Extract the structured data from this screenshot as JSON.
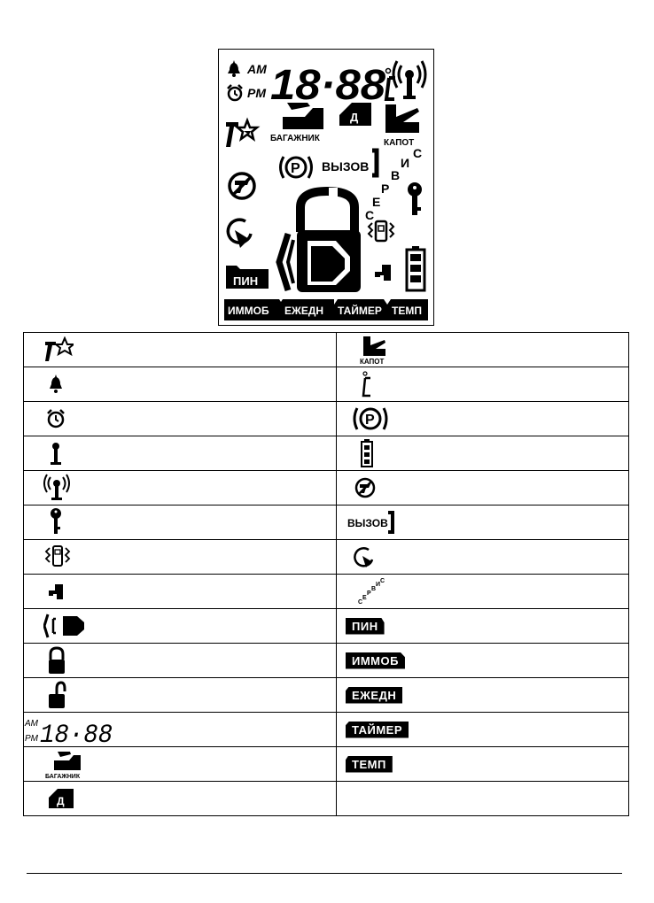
{
  "lcd": {
    "am": "AM",
    "pm": "PM",
    "clock": "18·88",
    "trunk_label": "БАГАЖНИК",
    "door_label": "Д",
    "hood_label": "КАПОТ",
    "call_label": "ВЫЗОВ",
    "service_letters": [
      "С",
      "Е",
      "Р",
      "В",
      "И",
      "С"
    ],
    "pin_label": "ПИН",
    "bottom_tabs": [
      "ИММОБ",
      "ЕЖЕДН",
      "ТАЙМЕР",
      "ТЕМП"
    ]
  },
  "legend": {
    "rows": [
      {
        "left": {
          "icon": "turbo-timer-icon"
        },
        "right": {
          "icon": "hood-icon",
          "label": "КАПОТ"
        }
      },
      {
        "left": {
          "icon": "bell-icon"
        },
        "right": {
          "icon": "temperature-celsius-icon"
        }
      },
      {
        "left": {
          "icon": "alarm-clock-icon"
        },
        "right": {
          "icon": "parking-icon"
        }
      },
      {
        "left": {
          "icon": "antenna-icon"
        },
        "right": {
          "icon": "battery-icon"
        }
      },
      {
        "left": {
          "icon": "antenna-signal-icon"
        },
        "right": {
          "icon": "no-engine-start-icon"
        }
      },
      {
        "left": {
          "icon": "key-icon"
        },
        "right": {
          "icon": "call-icon",
          "label": "ВЫЗОВ"
        }
      },
      {
        "left": {
          "icon": "vibration-pager-icon"
        },
        "right": {
          "icon": "engine-start-arrow-icon"
        }
      },
      {
        "left": {
          "icon": "melody-icon"
        },
        "right": {
          "icon": "service-icon",
          "letters": [
            "С",
            "Е",
            "Р",
            "В",
            "И",
            "С"
          ]
        }
      },
      {
        "left": {
          "icon": "shock-sensor-icon"
        },
        "right": {
          "icon": "pin-tab-icon",
          "label": "ПИН"
        }
      },
      {
        "left": {
          "icon": "lock-closed-icon"
        },
        "right": {
          "icon": "immob-tab-icon",
          "label": "ИММОБ"
        }
      },
      {
        "left": {
          "icon": "lock-open-icon"
        },
        "right": {
          "icon": "daily-tab-icon",
          "label": "ЕЖЕДН"
        }
      },
      {
        "left": {
          "icon": "clock-digits-icon",
          "am": "AM",
          "pm": "PM",
          "value": "18·88"
        },
        "right": {
          "icon": "timer-tab-icon",
          "label": "ТАЙМЕР"
        }
      },
      {
        "left": {
          "icon": "trunk-icon",
          "label": "БАГАЖНИК"
        },
        "right": {
          "icon": "temp-tab-icon",
          "label": "ТЕМП"
        }
      },
      {
        "left": {
          "icon": "door-icon",
          "label": "Д"
        },
        "right": {
          "icon": "empty"
        }
      }
    ]
  }
}
